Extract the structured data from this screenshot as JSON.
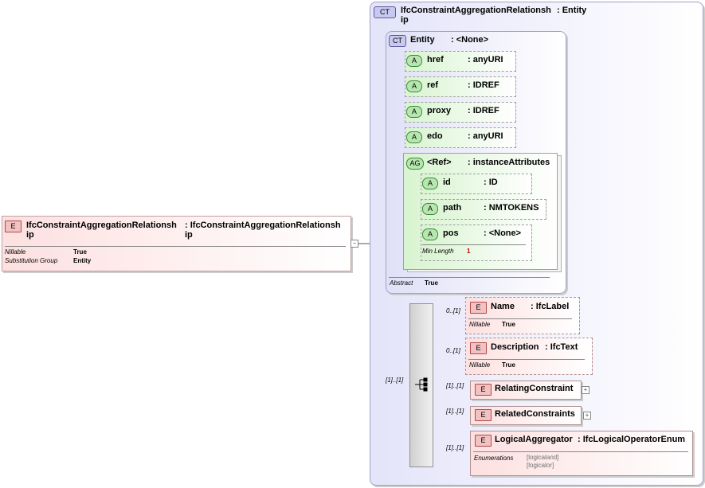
{
  "root": {
    "badge": "E",
    "name": "IfcConstraintAggregationRelationsh ip",
    "type": ": IfcConstraintAggregationRelationsh ip",
    "props": [
      {
        "key": "Nillable",
        "val": "True"
      },
      {
        "key": "Substitution Group",
        "val": "Entity"
      }
    ],
    "collapse": "−"
  },
  "complex_type": {
    "badge": "CT",
    "name": "IfcConstraintAggregationRelationsh ip",
    "base": ": Entity",
    "entity": {
      "badge": "CT",
      "name": "Entity",
      "type": ": <None>",
      "attributes": [
        {
          "badge": "A",
          "name": "href",
          "type": ": anyURI"
        },
        {
          "badge": "A",
          "name": "ref",
          "type": ": IDREF"
        },
        {
          "badge": "A",
          "name": "proxy",
          "type": ": IDREF"
        },
        {
          "badge": "A",
          "name": "edo",
          "type": ": anyURI"
        }
      ],
      "group": {
        "badge": "AG",
        "name": "<Ref>",
        "type": ": instanceAttributes",
        "attributes": [
          {
            "badge": "A",
            "name": "id",
            "type": ": ID"
          },
          {
            "badge": "A",
            "name": "path",
            "type": ": NMTOKENS"
          },
          {
            "badge": "A",
            "name": "pos",
            "type": ": <None>",
            "prop_key": "Min Length",
            "prop_val": "1"
          }
        ]
      },
      "abstract_key": "Abstract",
      "abstract_val": "True"
    },
    "sequence_card": "[1]..[1]",
    "children": [
      {
        "badge": "E",
        "name": "Name",
        "type": ": IfcLabel",
        "card": "0..[1]",
        "prop_key": "Nillable",
        "prop_val": "True"
      },
      {
        "badge": "E",
        "name": "Description",
        "type": ": IfcText",
        "card": "0..[1]",
        "prop_key": "Nillable",
        "prop_val": "True"
      },
      {
        "badge": "E",
        "name": "RelatingConstraint",
        "card": "[1]..[1]",
        "expand": "+"
      },
      {
        "badge": "E",
        "name": "RelatedConstraints",
        "card": "[1]..[1]",
        "expand": "+"
      },
      {
        "badge": "E",
        "name": "LogicalAggregator",
        "type": ": IfcLogicalOperatorEnum",
        "card": "[1]..[1]",
        "prop_key": "Enumerations",
        "enums": [
          "[logicaland]",
          "[logicalor]"
        ]
      }
    ]
  },
  "colors": {
    "element_fill": "#fde8e8",
    "attribute_fill": "#e6f8e0",
    "complex_fill": "#e8e8fb",
    "badge_element": "#f2c2c2",
    "badge_attribute": "#b8e6b0"
  }
}
